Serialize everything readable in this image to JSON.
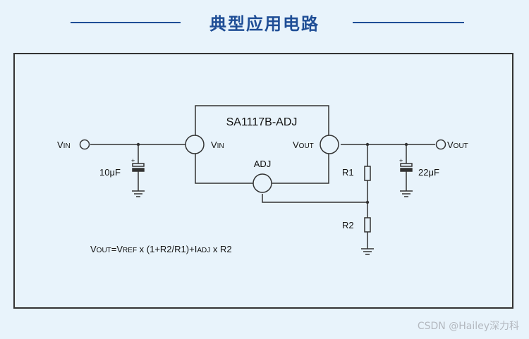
{
  "title": "典型应用电路",
  "chip": {
    "name": "SA1117B-ADJ"
  },
  "labels": {
    "vin_main": "V",
    "vin_sub": "IN",
    "vout_main": "V",
    "vout_sub": "OUT",
    "adj": "ADJ",
    "c_in": "10μF",
    "c_out": "22μF",
    "r1": "R1",
    "r2": "R2",
    "plus": "+"
  },
  "formula": {
    "vout_main": "V",
    "vout_sub": "OUT",
    "eq": "=V",
    "vref_sub": "REF",
    "mid": " x (1+R2/R1)+I",
    "iadj_sub": "ADJ",
    "tail": " x R2"
  },
  "watermark": "CSDN @Hailey深力科",
  "colors": {
    "title": "#1f4e96",
    "background": "#e8f3fb",
    "line": "#333333"
  }
}
